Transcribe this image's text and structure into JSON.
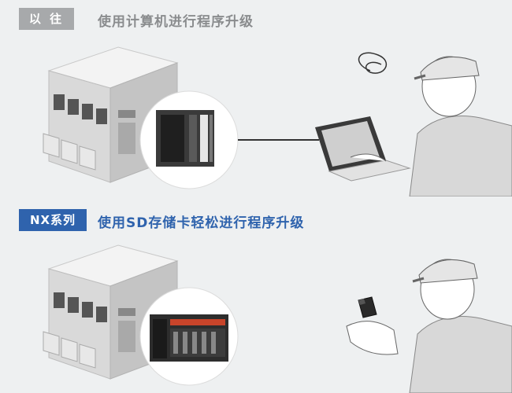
{
  "previous": {
    "tag": "以 往",
    "heading": "使用计算机进行程序升级"
  },
  "nx": {
    "tag": "NX系列",
    "heading": "使用SD存储卡轻松进行程序升级"
  },
  "colors": {
    "background": "#eef0f1",
    "tag_previous": "#a7a9ab",
    "tag_nx": "#2f63ad",
    "heading_previous": "#8a8c8e",
    "heading_nx": "#2f63ad"
  }
}
